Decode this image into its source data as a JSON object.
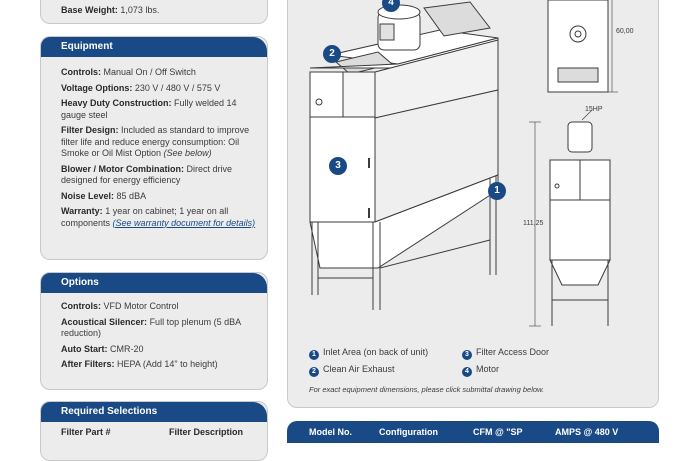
{
  "spec_top": {
    "label": "Base Weight:",
    "value": "1,073 lbs."
  },
  "equipment": {
    "title": "Equipment",
    "items": [
      {
        "label": "Controls:",
        "value": "Manual On / Off Switch"
      },
      {
        "label": "Voltage Options:",
        "value": "230 V / 480 V / 575 V"
      },
      {
        "label": "Heavy Duty Construction:",
        "value": "Fully welded 14 gauge steel"
      },
      {
        "label": "Filter Design:",
        "value": "Included as standard to improve filter life and reduce energy consumption: Oil Smoke or Oil Mist Option",
        "extra": "(See below)"
      },
      {
        "label": "Blower / Motor Combination:",
        "value": "Direct drive designed for energy efficiency"
      },
      {
        "label": "Noise Level:",
        "value": "85 dBA"
      },
      {
        "label": "Warranty:",
        "value": "1 year on cabinet; 1 year on all components",
        "link": "(See warranty document for details)"
      }
    ]
  },
  "options": {
    "title": "Options",
    "items": [
      {
        "label": "Controls:",
        "value": "VFD Motor Control"
      },
      {
        "label": "Acoustical Silencer:",
        "value": "Full top plenum (5 dBA reduction)"
      },
      {
        "label": "Auto Start:",
        "value": "CMR-20"
      },
      {
        "label": "After Filters:",
        "value": "HEPA (Add 14\" to height)"
      }
    ]
  },
  "required": {
    "title": "Required Selections",
    "col1": "Filter Part #",
    "col2": "Filter Description"
  },
  "figure": {
    "dims": {
      "width_label": "60,00",
      "height_label": "111,25",
      "motor_label": "15HP"
    },
    "badges": [
      "1",
      "2",
      "3",
      "4"
    ],
    "legend": [
      {
        "num": "1",
        "text": "Inlet Area (on back of unit)"
      },
      {
        "num": "2",
        "text": "Clean Air Exhaust"
      },
      {
        "num": "3",
        "text": "Filter Access Door"
      },
      {
        "num": "4",
        "text": "Motor"
      }
    ],
    "note": "For exact equipment dimensions, please click submittal drawing below."
  },
  "bottom_table": {
    "headers": [
      "Model No.",
      "Configuration",
      "CFM @ \"SP",
      "AMPS @ 480 V"
    ]
  },
  "colors": {
    "brand": "#1a4a86",
    "panel": "#ececec"
  }
}
